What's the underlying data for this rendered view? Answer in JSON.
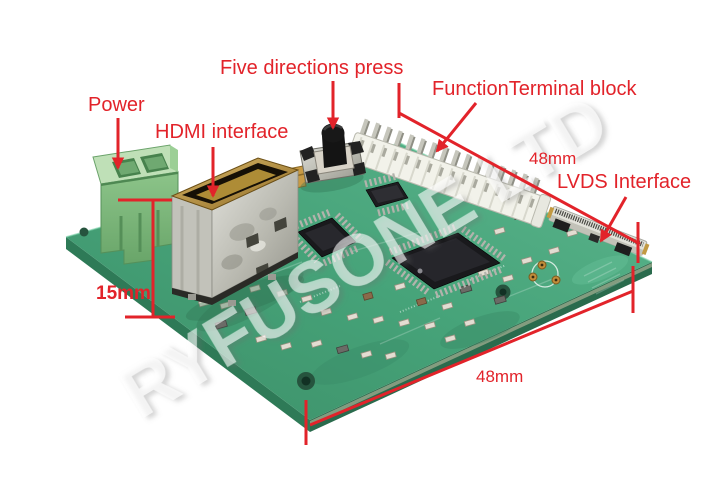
{
  "labels": {
    "power": "Power",
    "hdmi": "HDMI interface",
    "five_directions": "Five directions press",
    "function_terminal": "FunctionTerminal block",
    "lvds": "LVDS Interface"
  },
  "dimensions": {
    "top_edge": "48mm",
    "bottom_edge": "48mm",
    "left_height": "15mm"
  },
  "watermark": "RYFUSONE LTD",
  "colors": {
    "annotation_red": "#e2232a",
    "board_green": "#46a379",
    "board_shadow": "#2e7a57",
    "background": "#ffffff"
  },
  "components": [
    "power-terminal-block",
    "hdmi-connector",
    "five-direction-switch",
    "function-terminal-block",
    "lvds-connector",
    "qfp-ic-large",
    "qfp-ic-small",
    "soic8-ic",
    "mounting-holes"
  ]
}
